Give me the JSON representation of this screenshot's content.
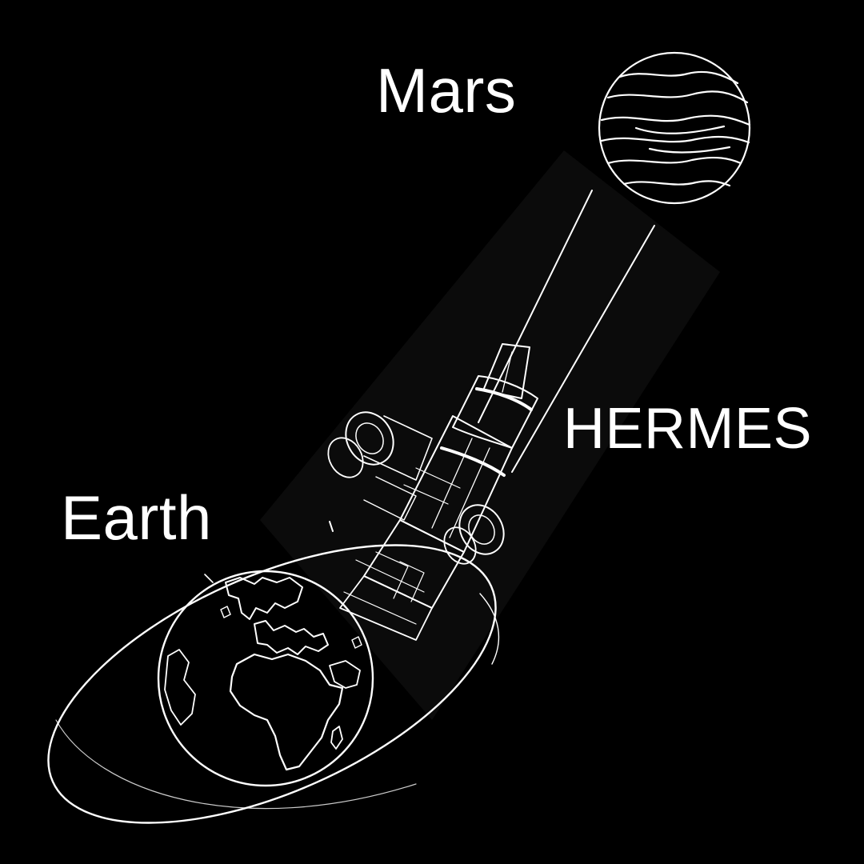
{
  "labels": {
    "mars": "Mars",
    "hermes": "HERMES",
    "earth": "Earth"
  },
  "colors": {
    "background": "#000000",
    "line": "#ffffff",
    "ship_panel": "#0b0b0b"
  },
  "icons": {
    "mars": "planet-mars-icon",
    "earth": "planet-earth-icon",
    "ship": "hermes-spacecraft-icon",
    "orbit": "earth-orbit-ellipse"
  }
}
